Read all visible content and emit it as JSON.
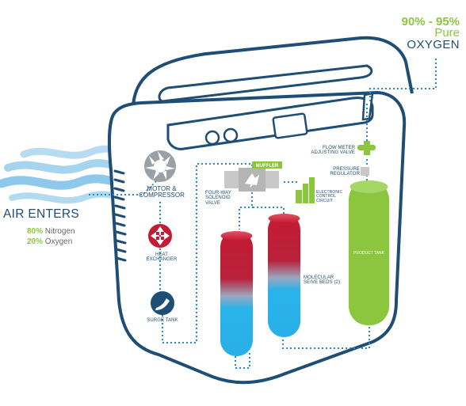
{
  "intake": {
    "title": "AIR ENTERS",
    "nitrogen_pct": "80%",
    "nitrogen_label": "Nitrogen",
    "oxygen_pct": "20%",
    "oxygen_label": "Oxygen"
  },
  "output": {
    "range": "90% - 95%",
    "line1": "Pure",
    "line2": "OXYGEN"
  },
  "components": {
    "motor": "MOTOR & COMPRESSOR",
    "heat_exchanger": "HEAT EXCHANGER",
    "surge_tank": "SURGE TANK",
    "valve": "FOUR-WAY SOLENOID VALVE",
    "muffler": "MUFFLER",
    "electronic": "ELECTRONIC CONTROL CIRCUIT",
    "sieve_beds": "MOLECULAR SEIVE BEDS (2)",
    "product_tank": "PRODUCT TANK",
    "pressure_regulator": "PRESSURE REGULATOR",
    "flow_meter": "FLOW METER ADJUSTING VALVE"
  },
  "colors": {
    "outline": "#1e4d75",
    "accent_green": "#8cc63f",
    "bed_red": "#c0223a",
    "bed_blue": "#29b0e8",
    "flow_dot": "#2a8ac4"
  }
}
